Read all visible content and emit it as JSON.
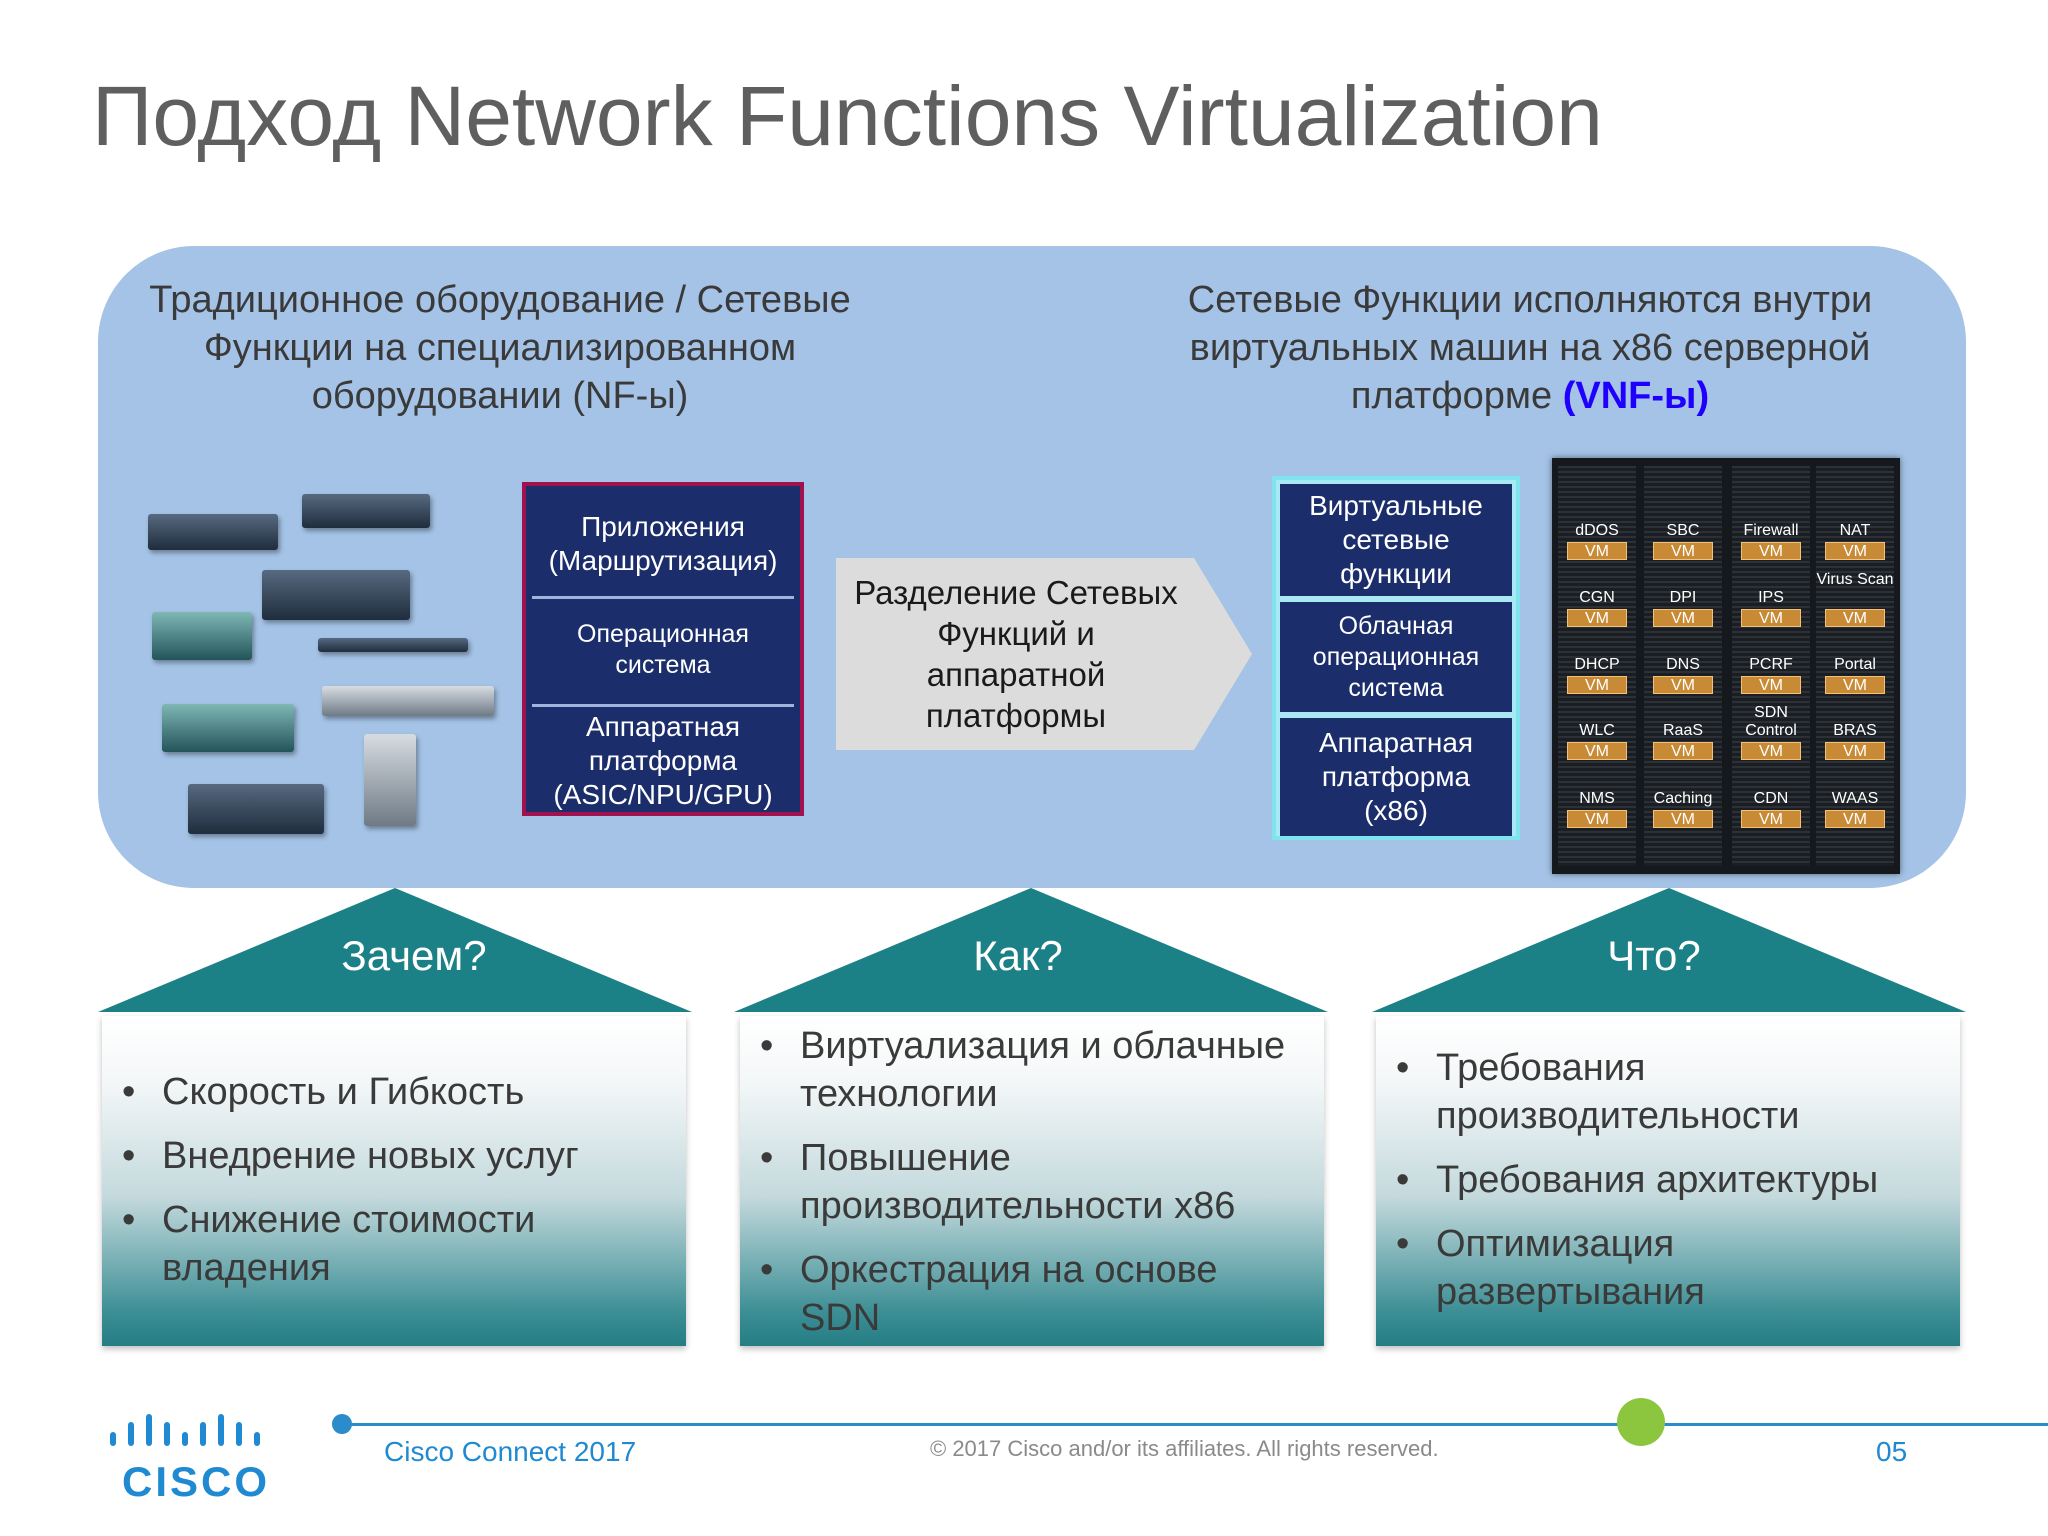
{
  "slide": {
    "title": "Подход Network Functions Virtualization",
    "left_heading": "Традиционное оборудование / Сетевые Функции на специализированном оборудовании (NF-ы)",
    "right_heading_main": "Сетевые Функции исполняются внутри виртуальных машин на x86 серверной платформе ",
    "right_heading_highlight": "(VNF-ы)",
    "highlight_color": "#1f00ff"
  },
  "left_stack": {
    "app": "Приложения (Маршрутизация)",
    "os": "Операционная система",
    "hw": "Аппаратная платформа (ASIC/NPU/GPU)"
  },
  "arrow_text": "Разделение Сетевых Функций и аппаратной платформы",
  "right_stack": {
    "vnf": "Виртуальные сетевые функции",
    "os": "Облачная операционная система",
    "hw": "Аппаратная платформа (x86)"
  },
  "rack": {
    "vm_tag": "VM",
    "columns": [
      [
        "dDOS",
        "CGN",
        "DHCP",
        "WLC",
        "NMS"
      ],
      [
        "SBC",
        "DPI",
        "DNS",
        "RaaS",
        "Caching"
      ],
      [
        "Firewall",
        "IPS",
        "PCRF",
        "SDN Control",
        "CDN"
      ],
      [
        "NAT",
        "Virus Scan",
        "Portal",
        "BRAS",
        "WAAS"
      ]
    ]
  },
  "panels": [
    {
      "heading": "Зачем?",
      "bullets": [
        "Скорость и Гибкость",
        "Внедрение новых услуг",
        "Снижение стоимости владения"
      ]
    },
    {
      "heading": "Как?",
      "bullets": [
        "Виртуализация и облачные технологии",
        "Повышение производительности x86",
        "Оркестрация на основе SDN"
      ]
    },
    {
      "heading": "Что?",
      "bullets": [
        "Требования производительности",
        "Требования архитектуры",
        "Оптимизация развертывания"
      ]
    }
  ],
  "footer": {
    "logo": "CISCO",
    "event": "Cisco Connect 2017",
    "copyright": "© 2017  Cisco and/or its affiliates. All rights reserved.",
    "page": "05"
  },
  "colors": {
    "panel_bg": "#a4c3e6",
    "teal": "#1c8087",
    "navy": "#1b2d6b",
    "cisco_blue": "#1f8ad1",
    "accent_green": "#8cc63f"
  }
}
